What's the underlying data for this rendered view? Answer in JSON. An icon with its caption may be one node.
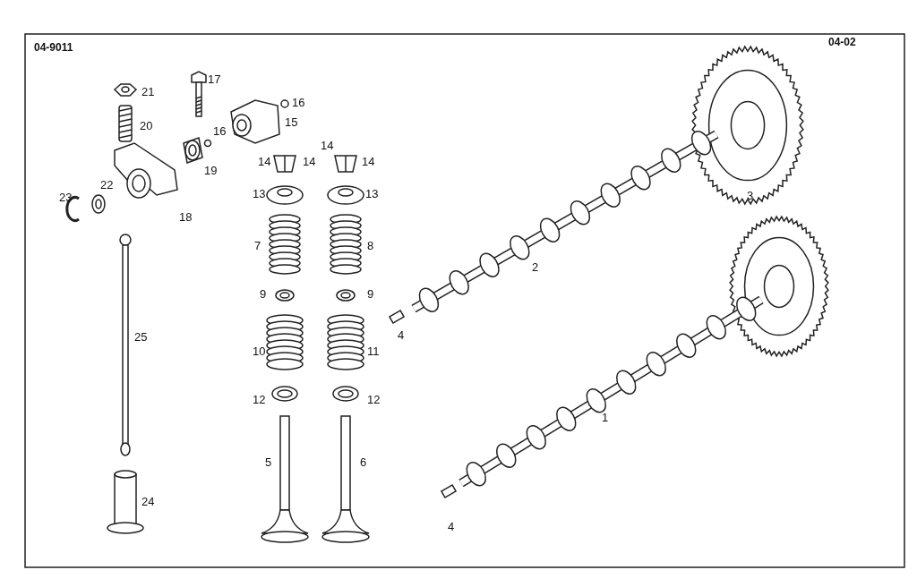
{
  "diagram": {
    "labels": [
      "04-9011",
      "04-02",
      "21",
      "17",
      "16",
      "20",
      "15",
      "16",
      "14",
      "14",
      "14",
      "14",
      "19",
      "13",
      "13",
      "23",
      "22",
      "18",
      "3",
      "7",
      "8",
      "2",
      "9",
      "9",
      "25",
      "4",
      "10",
      "11",
      "12",
      "12",
      "1",
      "5",
      "6",
      "24",
      "4"
    ]
  }
}
